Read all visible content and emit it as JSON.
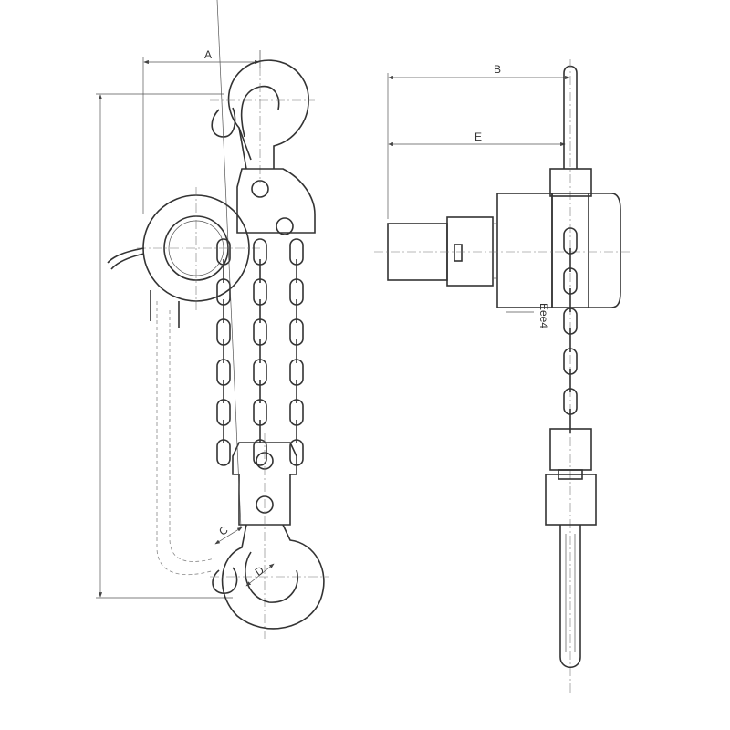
{
  "drawing": {
    "labels": {
      "a": "A",
      "b": "B",
      "e": "E",
      "c": "C",
      "d": "D",
      "note": "Eee4"
    },
    "colors": {
      "line": "#333333",
      "background": "#ffffff"
    }
  }
}
